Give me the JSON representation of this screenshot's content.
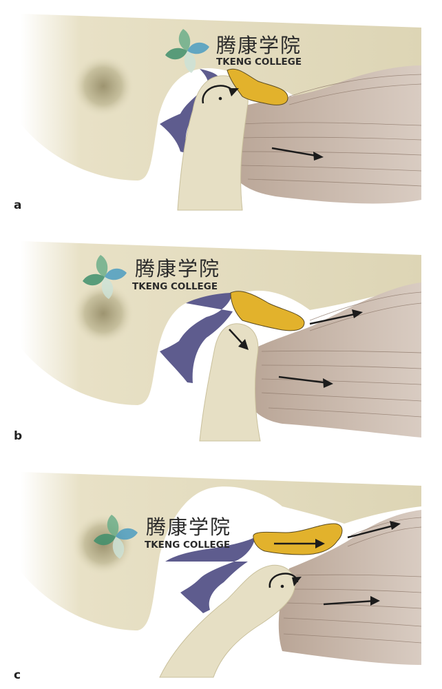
{
  "panels": [
    {
      "label": "a"
    },
    {
      "label": "b"
    },
    {
      "label": "c"
    }
  ],
  "watermark": {
    "chinese": "腾康学院",
    "english": "TKENG COLLEGE"
  },
  "colors": {
    "bone": "#e6dfc4",
    "bone_light": "#f1ecd8",
    "fossa_shadow": "#b5ad84",
    "disc": "#e2b22c",
    "retrodiscal": "#5e5c8e",
    "muscle": "#c9b5a6",
    "muscle_line": "#8f7a6c",
    "arrow": "#1c1c1c"
  },
  "icons": [
    "pinwheel-logo-icon",
    "motion-arrow-icon",
    "rotation-arrow-icon"
  ]
}
